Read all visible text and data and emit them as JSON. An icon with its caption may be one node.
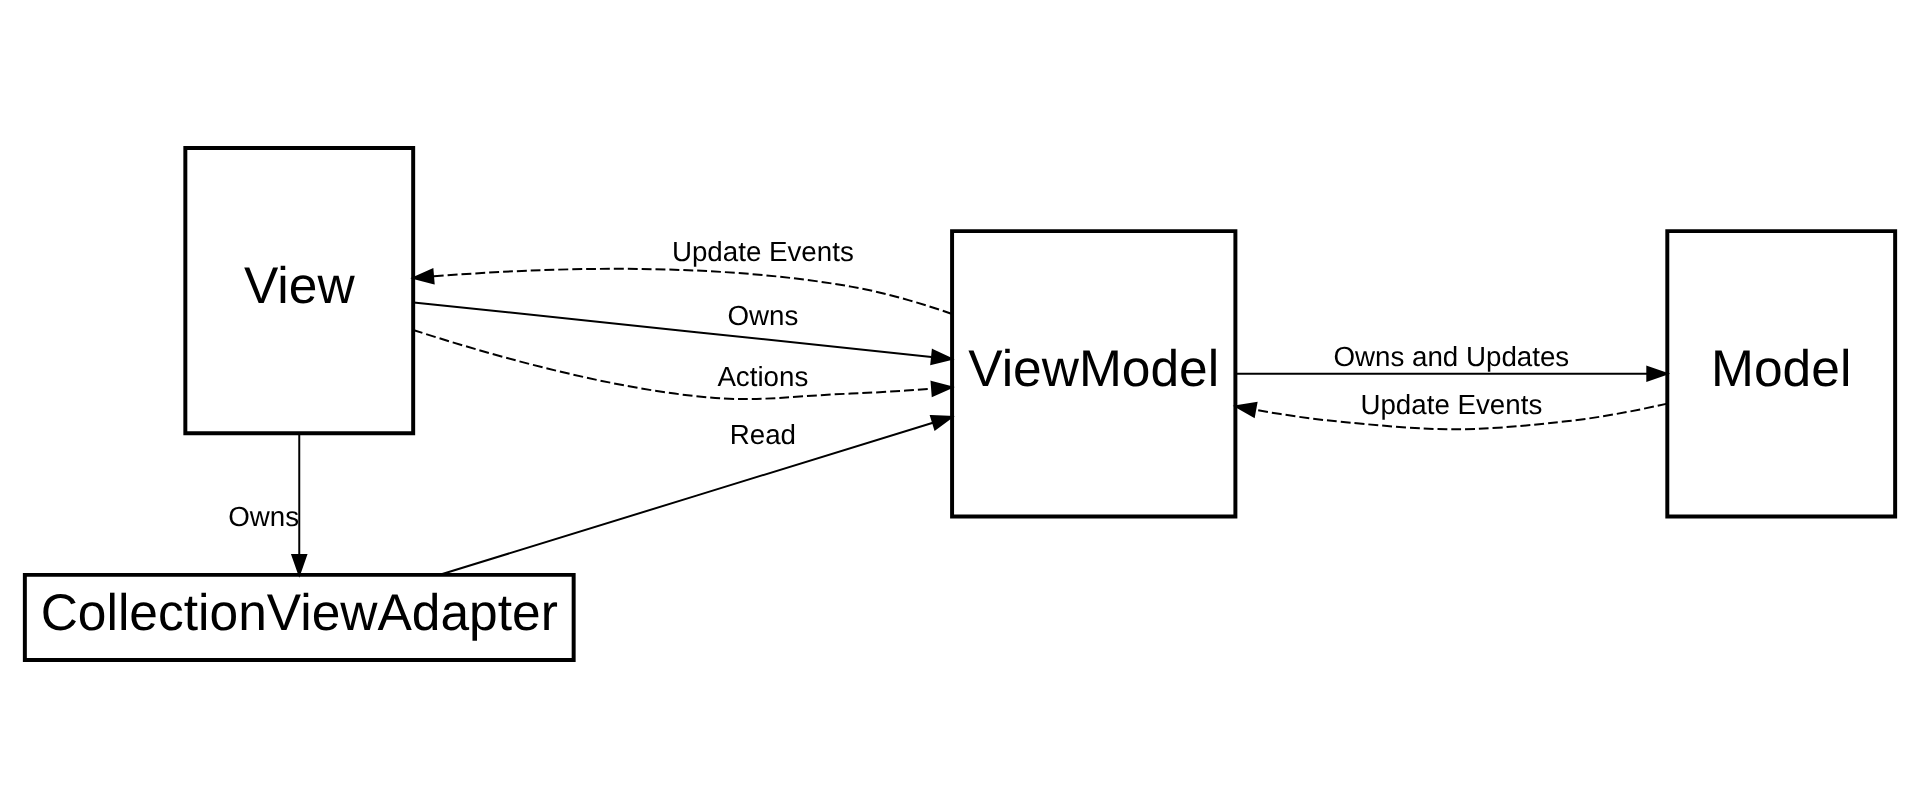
{
  "diagram": {
    "nodes": [
      {
        "text": [
          "CollectionViewAdapter"
        ]
      },
      {
        "text": [
          "View"
        ]
      },
      {
        "text": [
          "ViewModel"
        ]
      },
      {
        "text": [
          "Model"
        ]
      }
    ],
    "edges": [
      {
        "from": 1,
        "to": 0,
        "arrow": "to",
        "label": "Owns"
      },
      {
        "from": 0,
        "to": 2,
        "arrow": "to",
        "label": "Read"
      },
      {
        "from": 1,
        "to": 2,
        "arrow": "to",
        "label": "Owns"
      },
      {
        "from": 2,
        "to": 3,
        "arrow": "to",
        "label": "Owns and Updates"
      },
      {
        "from": 1,
        "to": 2,
        "arrow": "to",
        "label": "Actions",
        "style": "dashed"
      },
      {
        "from": 2,
        "to": 1,
        "arrow": "to",
        "label": "Update Events",
        "style": "dashed"
      },
      {
        "from": 3,
        "to": 2,
        "arrow": "to",
        "label": "Update Events",
        "style": "dashed"
      }
    ]
  }
}
